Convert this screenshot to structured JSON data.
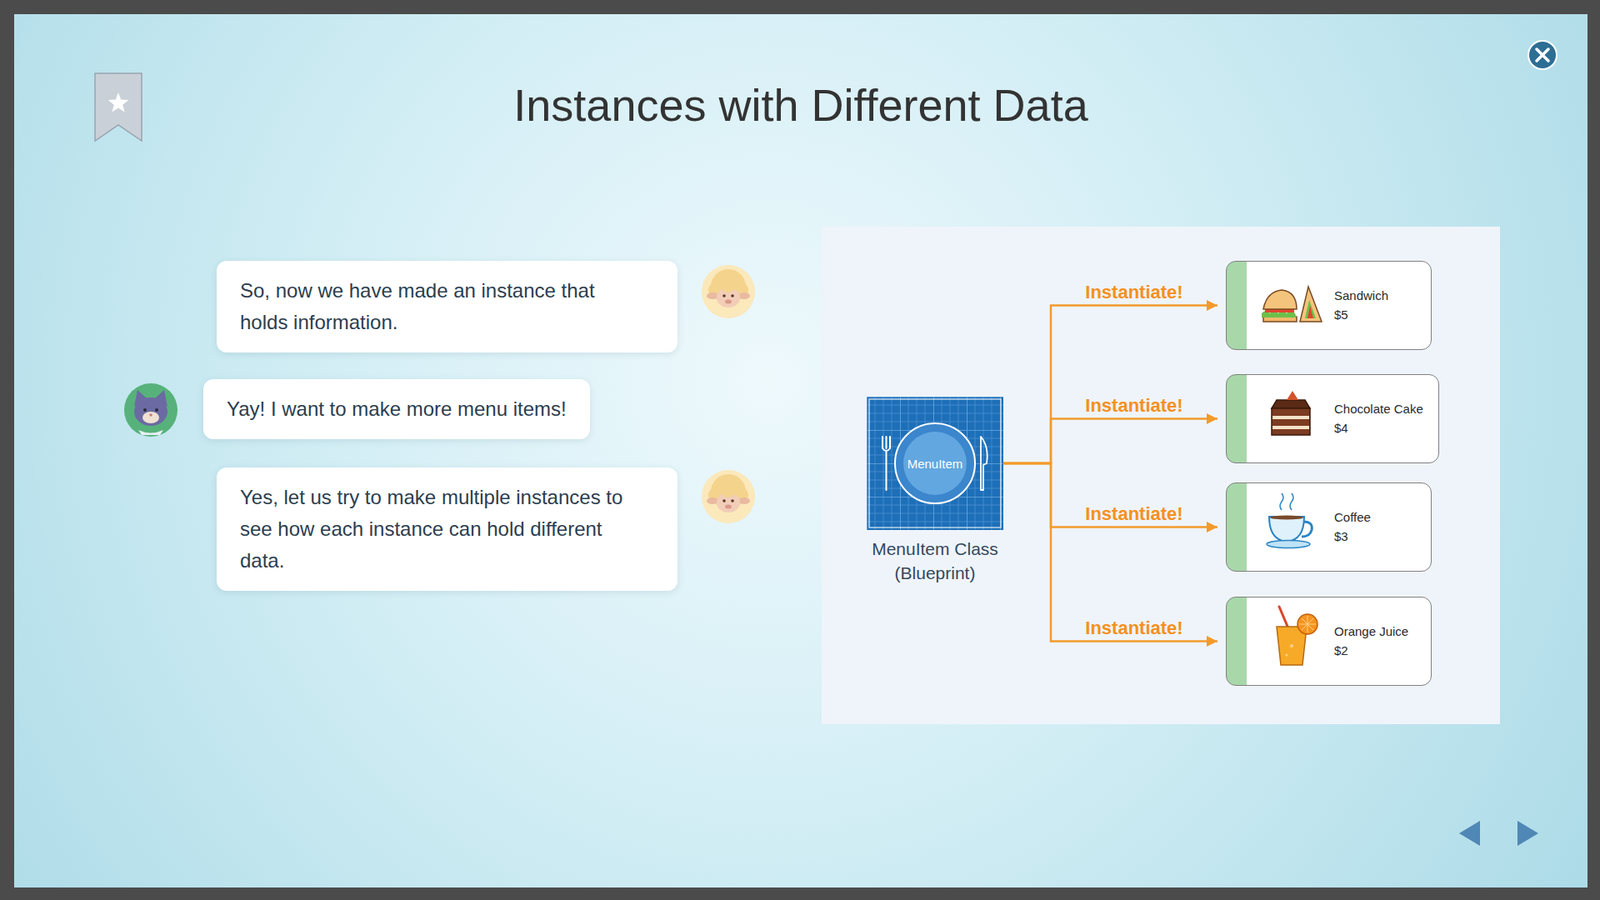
{
  "diagram": {
    "title": "Instances with Different Data",
    "nodes": [
      {
        "text": [
          "So, now we have made an instance that holds information."
        ]
      },
      {
        "text": [
          "Yay! I want to make more menu items!"
        ]
      },
      {
        "text": [
          "Yes, let us try to make multiple instances to see how each instance can hold different data."
        ]
      },
      {
        "text": [
          "MenuItem",
          "MenuItem Class (Blueprint)"
        ]
      },
      {
        "text": [
          "Sandwich",
          "$5"
        ]
      },
      {
        "text": [
          "Chocolate Cake",
          "$4"
        ]
      },
      {
        "text": [
          "Coffee",
          "$3"
        ]
      },
      {
        "text": [
          "Orange Juice",
          "$2"
        ]
      }
    ],
    "edges": [
      {
        "from": 3,
        "to": 4,
        "label": "Instantiate!",
        "arrow": "to"
      },
      {
        "from": 3,
        "to": 5,
        "label": "Instantiate!",
        "arrow": "to"
      },
      {
        "from": 3,
        "to": 6,
        "label": "Instantiate!",
        "arrow": "to"
      },
      {
        "from": 3,
        "to": 7,
        "label": "Instantiate!",
        "arrow": "to"
      }
    ]
  }
}
